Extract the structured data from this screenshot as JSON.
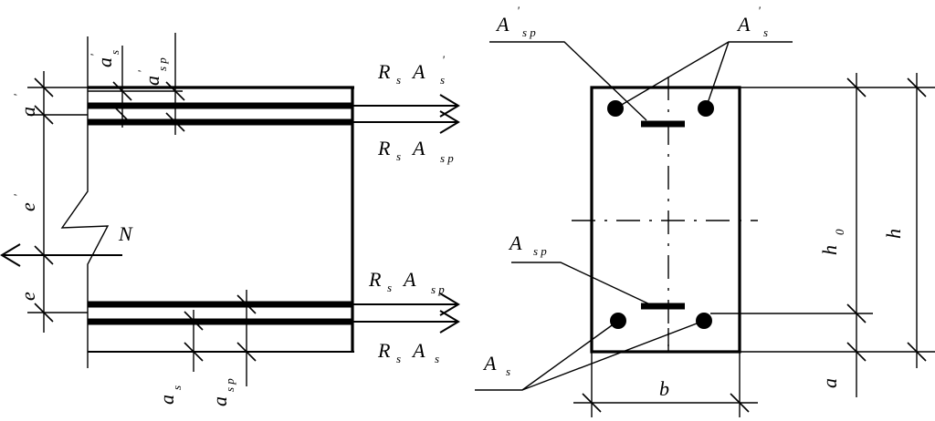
{
  "labels": {
    "force_top_s": {
      "main": "R",
      "sub": "s",
      "main2": "A",
      "sup": "'",
      "sub2": "s"
    },
    "force_top_sp": {
      "main": "R",
      "sub": "s",
      "main2": "A",
      "sub2": "s p"
    },
    "force_bot_sp": {
      "main": "R",
      "sub": "s",
      "main2": "A",
      "sub2": "s p"
    },
    "force_bot_s": {
      "main": "R",
      "sub": "s",
      "main2": "A",
      "sub2": "s"
    },
    "a_s_prime_top": {
      "main": "a",
      "sup": "'",
      "sub": "s"
    },
    "a_sp_prime_top": {
      "main": "a",
      "sup": "'",
      "sub": "s p"
    },
    "a_prime_left": {
      "main": "a",
      "sup": "'"
    },
    "e_prime": {
      "main": "e",
      "sup": "'"
    },
    "N": {
      "main": "N"
    },
    "e": {
      "main": "e"
    },
    "a_s_bottom": {
      "main": "a",
      "sub": "s"
    },
    "a_sp_bottom": {
      "main": "a",
      "sub": "s p"
    },
    "A_sp_prime": {
      "main": "A",
      "sup": "'",
      "sub": "s p"
    },
    "A_s_prime": {
      "main": "A",
      "sup": "'",
      "sub": "s"
    },
    "A_sp": {
      "main": "A",
      "sub": "s p"
    },
    "A_s": {
      "main": "A",
      "sub": "s"
    },
    "h0": {
      "main": "h",
      "sub": "0"
    },
    "h": {
      "main": "h"
    },
    "a_right": {
      "main": "a"
    },
    "b": {
      "main": "b"
    }
  }
}
